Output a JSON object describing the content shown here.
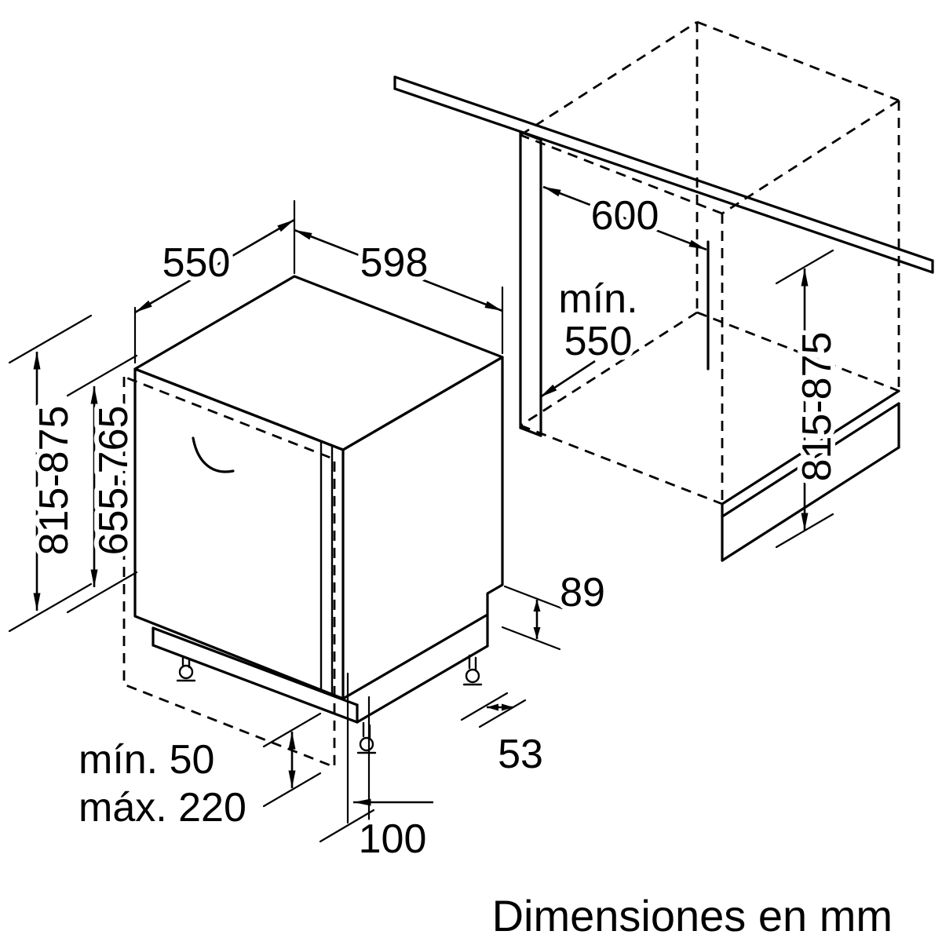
{
  "footer": {
    "units_note": "Dimensiones en mm"
  },
  "dimensions": {
    "top_depth": "550",
    "top_width": "598",
    "niche_width": "600",
    "niche_depth_prefix": "mín.",
    "niche_depth_value": "550",
    "appliance_height_range": "815-875",
    "door_panel_height_range": "655-765",
    "niche_height_range": "815-875",
    "rear_notch_height": "89",
    "rear_offset": "53",
    "plinth_min": "mín. 50",
    "plinth_max": "máx. 220",
    "front_offset": "100"
  },
  "colors": {
    "line": "#000000",
    "background": "#ffffff"
  }
}
